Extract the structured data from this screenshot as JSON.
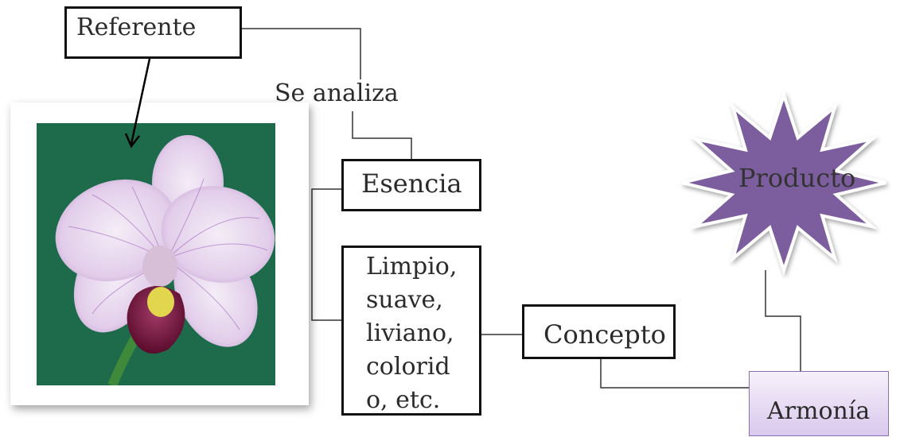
{
  "nodes": {
    "referente": "Referente",
    "se_analiza": "Se analiza",
    "esencia": "Esencia",
    "description_lines": [
      "Limpio,",
      "suave,",
      "liviano,",
      "colorid",
      "o, etc."
    ],
    "concepto": "Concepto",
    "armonia": "Armonía",
    "producto": "Producto"
  },
  "colors": {
    "line": "#333333",
    "box_border": "#111111",
    "star_fill": "#7c5d9e",
    "armonia_fill": "#e4d6f1",
    "photo_background": "#1e6b4c"
  },
  "image": {
    "subject": "orchid-photo"
  }
}
